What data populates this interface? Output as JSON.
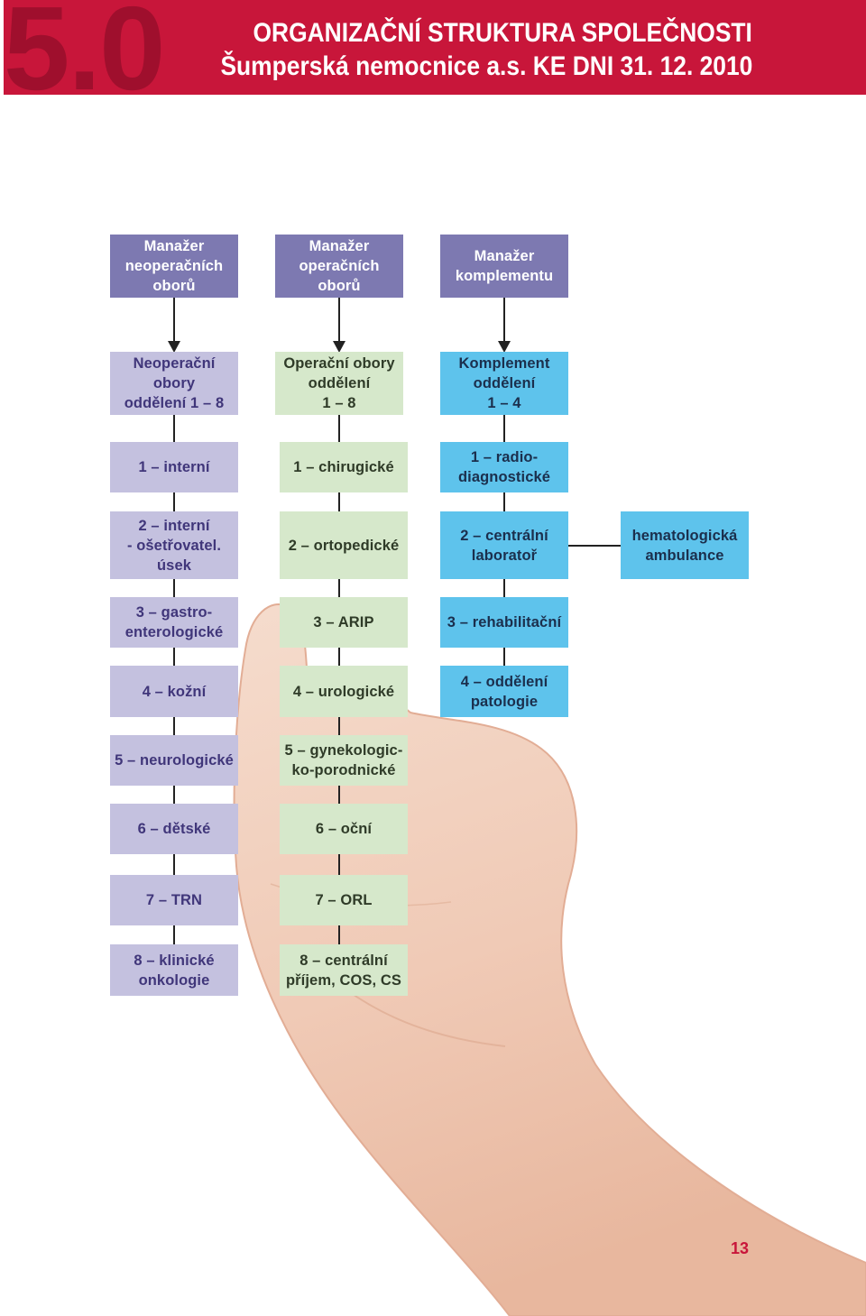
{
  "header": {
    "section_number": "5.0",
    "title": "ORGANIZAČNÍ STRUKTURA SPOLEČNOSTI",
    "subtitle": "Šumperská nemocnice a.s. KE DNI 31. 12. 2010"
  },
  "org_chart": {
    "managers": [
      "Manažer\nneoperačních\noborů",
      "Manažer\noperačních\noborů",
      "Manažer\nkomplementu"
    ],
    "divisions": [
      "Neoperační\nobory\noddělení 1 – 8",
      "Operační obory\noddělení\n1 – 8",
      "Komplement\noddělení\n1 – 4"
    ],
    "non_operative": [
      "1 – interní",
      "2 – interní\n- ošetřovatel.\núsek",
      "3 – gastro-\nenterologické",
      "4 – kožní",
      "5 – neurologické",
      "6 – dětské",
      "7 – TRN",
      "8 – klinické\nonkologie"
    ],
    "operative": [
      "1 – chirugické",
      "2 – ortopedické",
      "3 – ARIP",
      "4 – urologické",
      "5 – gynekologic-\nko-porodnické",
      "6 – oční",
      "7 – ORL",
      "8 – centrální\npříjem, COS, CS"
    ],
    "complement": [
      "1 – radio-\ndiagnostické",
      "2 – centrální\nlaboratoř",
      "3 – rehabilitační",
      "4 – oddělení\npatologie"
    ],
    "complement_sub": "hematologická\nambulance"
  },
  "page_number": "13",
  "colors": {
    "banner": "#c8163a",
    "section_number": "#9f0f2d",
    "manager_box": "#7d79b1",
    "manager_text": "#ffffff",
    "non_operative_box": "#c4c1df",
    "non_operative_text": "#40367a",
    "operative_box": "#d6e8cb",
    "operative_text": "#2f3b28",
    "complement_box": "#5ec3ec",
    "complement_text": "#1b2f4d",
    "connector": "#222222",
    "page_number": "#c8163a"
  }
}
